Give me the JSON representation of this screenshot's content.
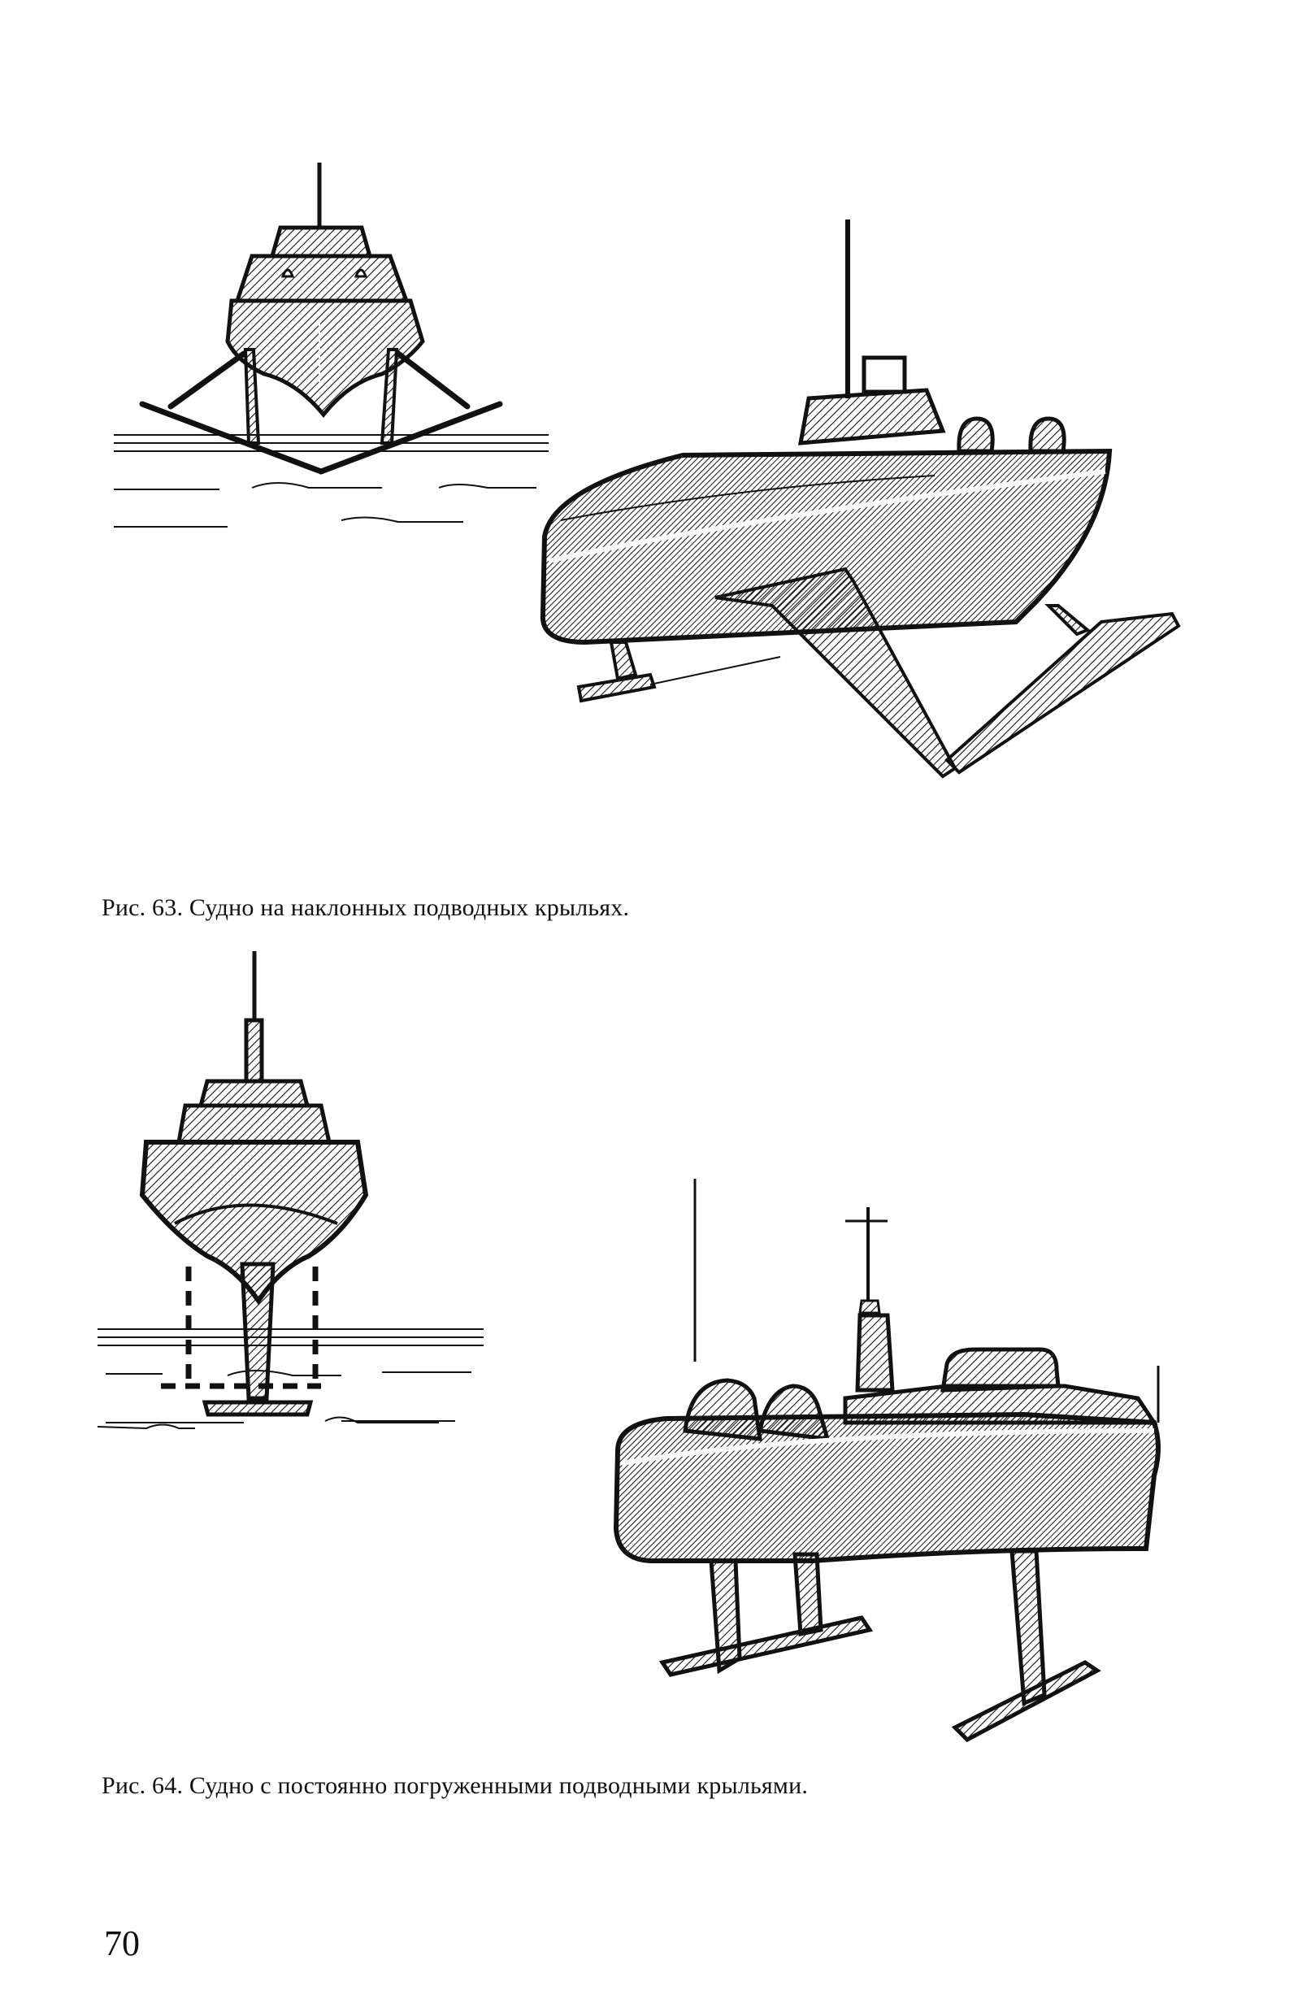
{
  "figures": [
    {
      "id": "fig63",
      "caption": "Рис. 63. Судно на наклонных подводных крыльях."
    },
    {
      "id": "fig64",
      "caption": "Рис. 64. Судно с постоянно погруженными подводными крыльями."
    }
  ],
  "page_number": "70"
}
